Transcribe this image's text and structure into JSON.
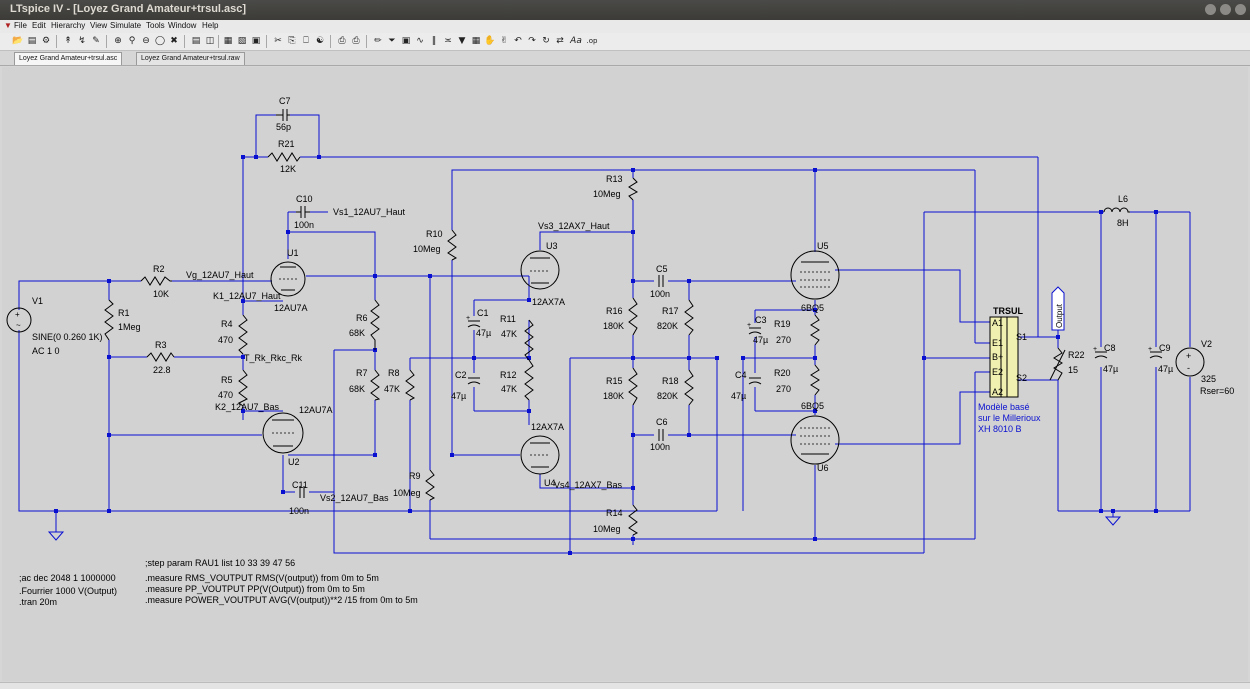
{
  "window": {
    "title": "LTspice IV - [Loyez Grand Amateur+trsul.asc]",
    "menu": [
      "File",
      "Edit",
      "Hierarchy",
      "View",
      "Simulate",
      "Tools",
      "Window",
      "Help"
    ]
  },
  "tabs": [
    "Loyez Grand Amateur+trsul.asc",
    "Loyez Grand Amateur+trsul.raw"
  ],
  "toolbar_icons": [
    "open-icon",
    "save-icon",
    "control-panel-icon",
    "run-icon",
    "halt-icon",
    "zoom-in-icon",
    "zoom-area-icon",
    "zoom-out-icon",
    "zoom-fit-icon",
    "autorange-icon",
    "tile-horizontal-icon",
    "tile-vertical-icon",
    "close-window-icon",
    "cut-icon",
    "copy-icon",
    "paste-icon",
    "find-icon",
    "print-setup-icon",
    "print-icon",
    "wire-icon",
    "ground-icon",
    "label-icon",
    "resistor-icon",
    "capacitor-icon",
    "inductor-icon",
    "diode-icon",
    "component-icon",
    "move-icon",
    "drag-icon",
    "undo-icon",
    "redo-icon",
    "rotate-icon",
    "mirror-icon",
    "text-icon",
    "spice-directive-icon"
  ],
  "labels": {
    "c7": "C7",
    "c7_val": "56p",
    "r21": "R21",
    "r21_val": "12K",
    "c10": "C10",
    "c10_val": "100n",
    "vs1": "Vs1_12AU7_Haut",
    "u1": "U1",
    "u1_type": "12AU7A",
    "r2": "R2",
    "r2_val": "10K",
    "vg": "Vg_12AU7_Haut",
    "k1": "K1_12AU7_Haut",
    "v1": "V1",
    "v1_val": "SINE(0 0.260 1K)",
    "v1_ac": "AC 1 0",
    "r1": "R1",
    "r1_val": "1Meg",
    "r3": "R3",
    "r3_val": "22.8",
    "r4": "R4",
    "r4_val": "470",
    "t_rk": "T_Rk_Rkc_Rk",
    "r5": "R5",
    "r5_val": "470",
    "k2": "K2_12AU7_Bas",
    "u2": "U2",
    "u2_type": "12AU7A",
    "c11": "C11",
    "c11_val": "100n",
    "vs2": "Vs2_12AU7_Bas",
    "r6": "R6",
    "r6_val": "68K",
    "r7": "R7",
    "r7_val": "68K",
    "r8": "R8",
    "r8_val": "47K",
    "r9": "R9",
    "r9_val": "10Meg",
    "r10": "R10",
    "r10_val": "10Meg",
    "vs3": "Vs3_12AX7_Haut",
    "u3": "U3",
    "u3_type": "12AX7A",
    "c1": "C1",
    "c1_val": "47µ",
    "r11": "R11",
    "r11_val": "47K",
    "c2": "C2",
    "c2_val": "47µ",
    "r12": "R12",
    "r12_val": "47K",
    "u4": "U4",
    "u4_type": "12AX7A",
    "vs4": "Vs4_12AX7_Bas",
    "r13": "R13",
    "r13_val": "10Meg",
    "r16": "R16",
    "r16_val": "180K",
    "r15": "R15",
    "r15_val": "180K",
    "r14": "R14",
    "r14_val": "10Meg",
    "c5": "C5",
    "c5_val": "100n",
    "c6": "C6",
    "c6_val": "100n",
    "r17": "R17",
    "r17_val": "820K",
    "r18": "R18",
    "r18_val": "820K",
    "c3": "C3",
    "c3_val": "47µ",
    "c4": "C4",
    "c4_val": "47µ",
    "r19": "R19",
    "r19_val": "270",
    "r20": "R20",
    "r20_val": "270",
    "u5": "U5",
    "u5_type": "6BQ5",
    "u6": "U6",
    "u6_type": "6BQ5",
    "trsul": "TRSUL",
    "pin_a1": "A1",
    "pin_e1": "E1",
    "pin_b": "B+",
    "pin_e2": "E2",
    "pin_a2": "A2",
    "pin_s1": "S1",
    "pin_s2": "S2",
    "note1": "Modèle basé",
    "note2": "sur le Millerioux",
    "note3": "XH 8010 B",
    "output": "Output",
    "r22": "R22",
    "r22_val": "15",
    "l6": "L6",
    "l6_val": "8H",
    "c8": "C8",
    "c8_val": "47µ",
    "c9": "C9",
    "c9_val": "47µ",
    "v2": "V2",
    "v2_val": "325",
    "v2_rser": "Rser=60"
  },
  "directives": {
    "step": ";step param RAU1 list  10 33 39 47 56",
    "ac": ";ac dec 2048 1 1000000",
    "fourier": ".Fourrier 1000 V(Output)",
    "tran": ".tran 20m",
    "meas1": ".measure RMS_VOUTPUT RMS(V(output)) from 0m to 5m",
    "meas2": ".measure PP_VOUTPUT PP(V(Output)) from 0m to 5m",
    "meas3": ".measure POWER_VOUTPUT AVG(V(output))**2 /15 from 0m to 5m"
  },
  "colors": {
    "wire": "#0a10d0",
    "canvas": "#d2d2d2",
    "component": "#000000"
  }
}
